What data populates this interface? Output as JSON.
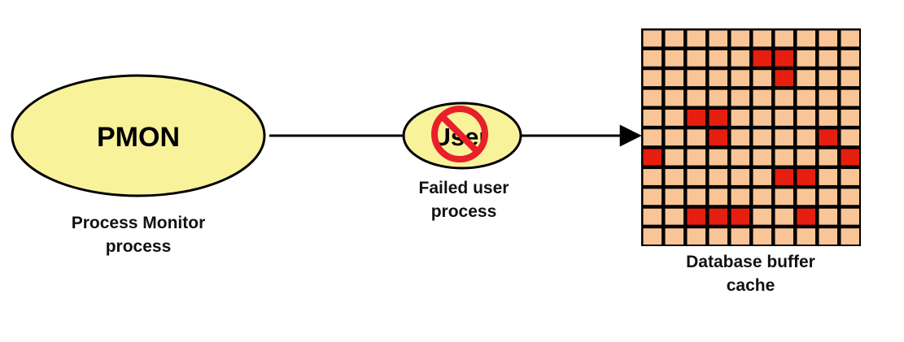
{
  "pmon": {
    "label": "PMON",
    "caption": [
      "Process Monitor",
      "process"
    ],
    "fill": "#f8f29a"
  },
  "user_process": {
    "label": "User",
    "caption": [
      "Failed user",
      "process"
    ],
    "fill": "#f8f29a",
    "no_symbol_color": "#e8202a"
  },
  "buffer_cache": {
    "caption": [
      "Database buffer",
      "cache"
    ],
    "rows": 11,
    "cols": 10,
    "cell_color": "#f9c596",
    "dirty_color": "#e61e10",
    "line_color": "#000000",
    "dirty_cells": [
      [
        1,
        5
      ],
      [
        1,
        6
      ],
      [
        2,
        6
      ],
      [
        4,
        2
      ],
      [
        4,
        3
      ],
      [
        5,
        3
      ],
      [
        5,
        8
      ],
      [
        6,
        0
      ],
      [
        6,
        9
      ],
      [
        7,
        6
      ],
      [
        7,
        7
      ],
      [
        9,
        2
      ],
      [
        9,
        3
      ],
      [
        9,
        4
      ],
      [
        9,
        7
      ]
    ]
  },
  "connector_color": "#000000"
}
